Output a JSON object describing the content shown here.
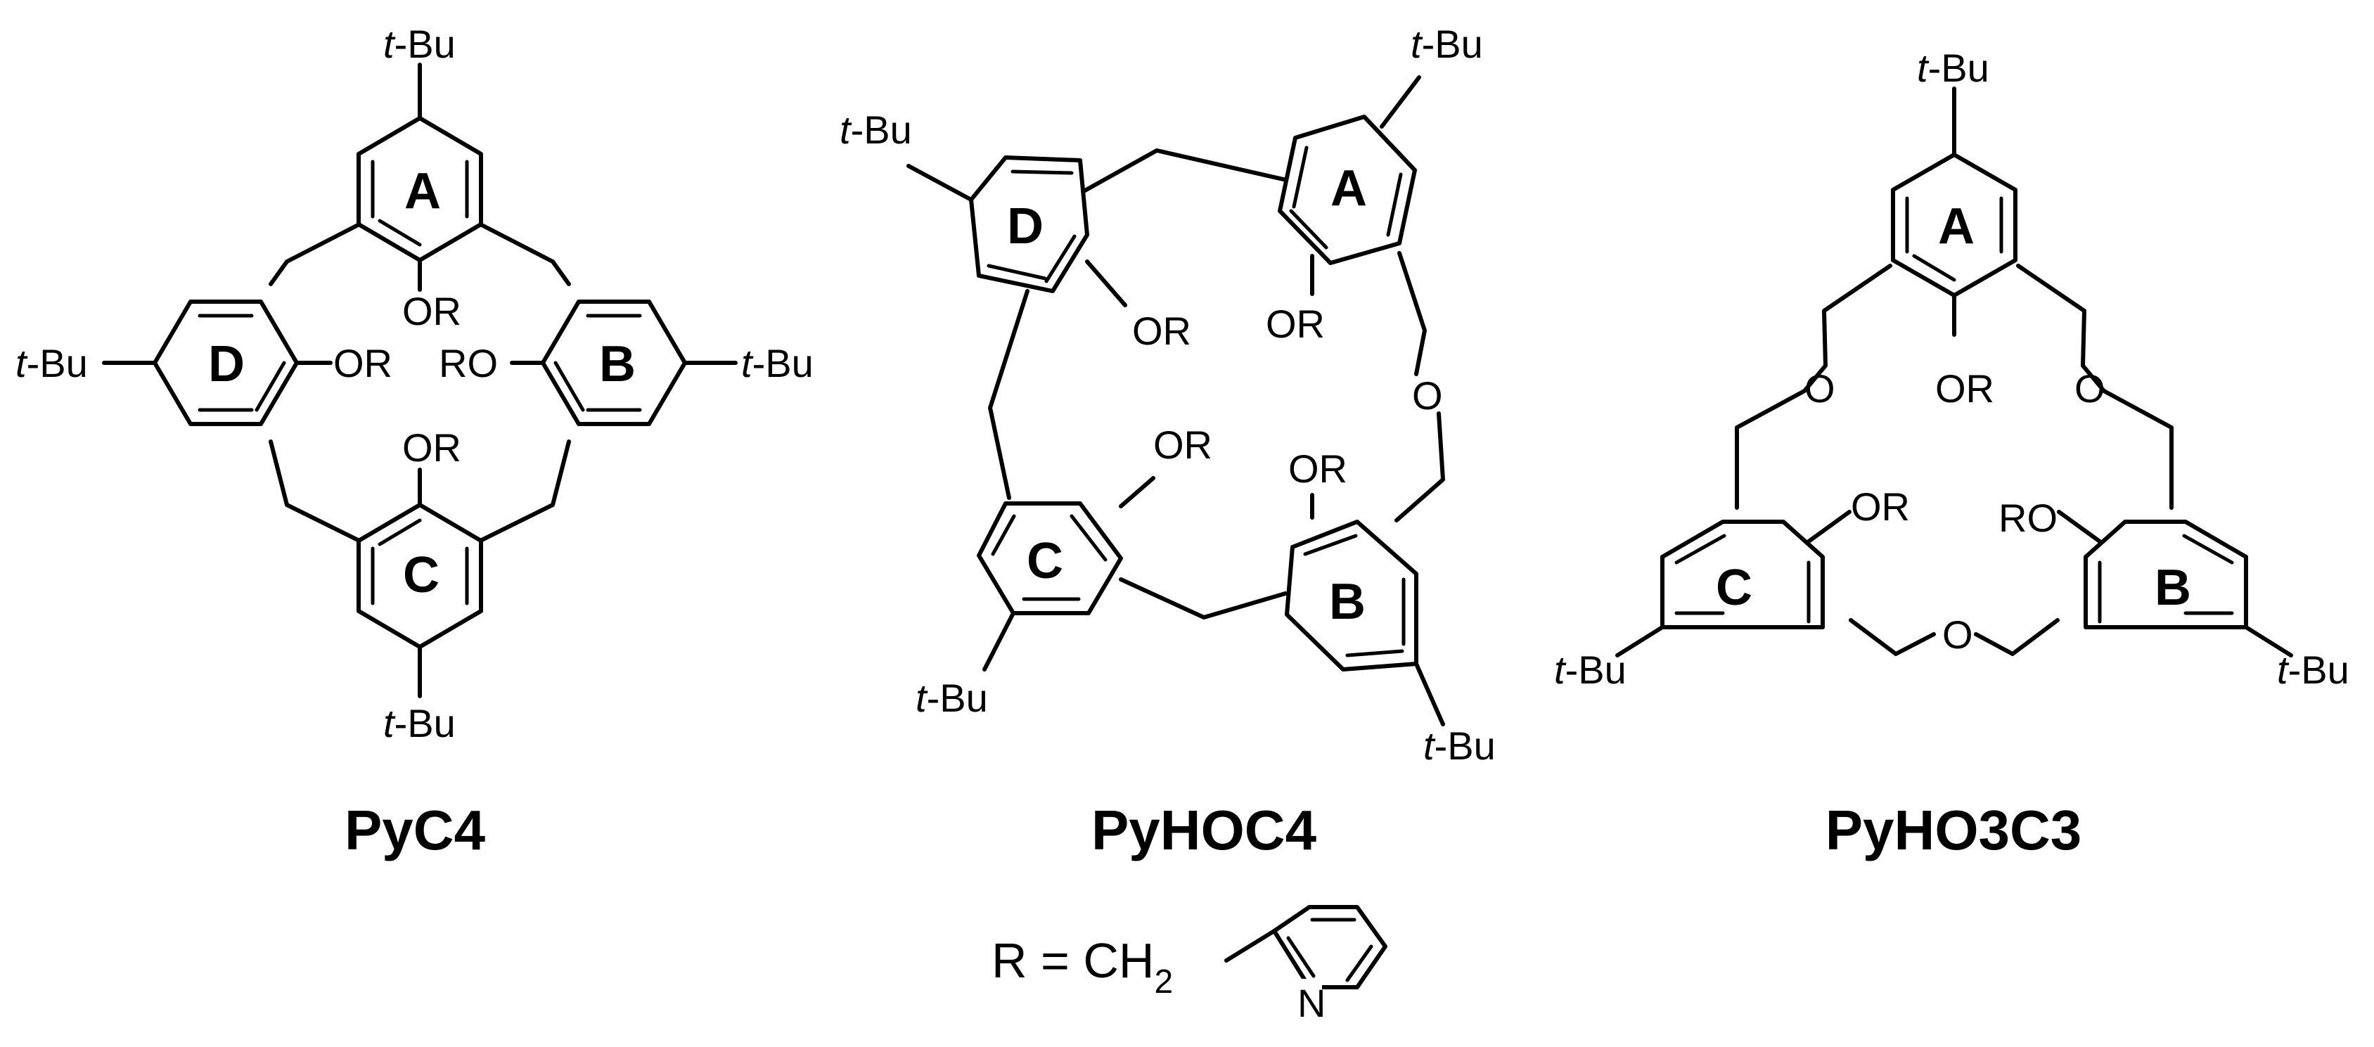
{
  "molecules": [
    {
      "name": "PyC4",
      "rings": [
        "A",
        "B",
        "C",
        "D"
      ],
      "substituent_labels": [
        "t-Bu",
        "t-Bu",
        "t-Bu",
        "t-Bu"
      ],
      "or_labels": [
        "OR",
        "OR",
        "RO",
        "OR"
      ]
    },
    {
      "name": "PyHOC4",
      "rings": [
        "A",
        "B",
        "C",
        "D"
      ],
      "substituent_labels": [
        "t-Bu",
        "t-Bu",
        "t-Bu",
        "t-Bu"
      ],
      "or_labels": [
        "OR",
        "OR",
        "OR",
        "OR"
      ],
      "bridge_labels": [
        "O"
      ]
    },
    {
      "name": "PyHO3C3",
      "rings": [
        "A",
        "B",
        "C"
      ],
      "substituent_labels": [
        "t-Bu",
        "t-Bu",
        "t-Bu"
      ],
      "or_labels": [
        "OR",
        "OR",
        "RO"
      ],
      "bridge_labels": [
        "O",
        "O",
        "O"
      ]
    }
  ],
  "r_definition": {
    "prefix": "R = CH",
    "subscript": "2",
    "ring_heteroatom": "N"
  }
}
